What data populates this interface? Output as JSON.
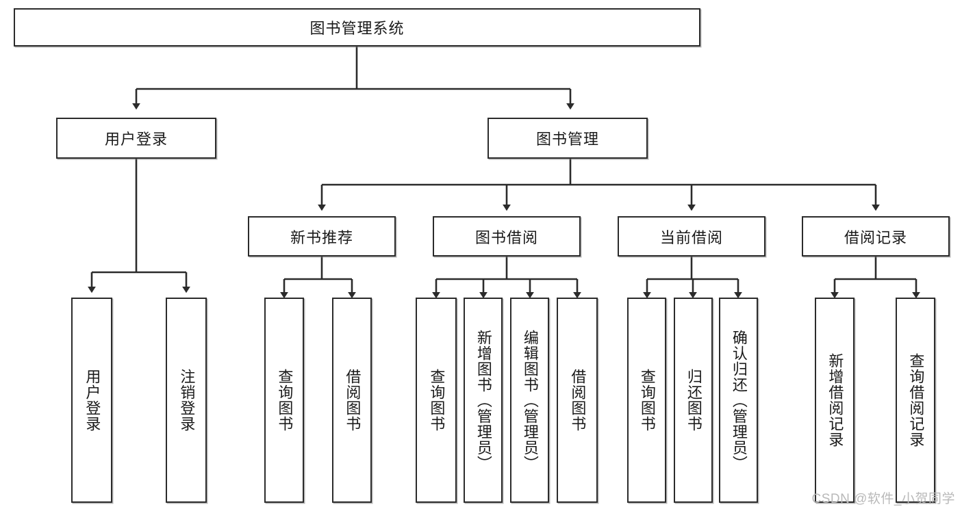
{
  "diagram": {
    "title": "图书管理系统",
    "type": "tree-hierarchy-chart",
    "watermark": "CSDN @软件_小贺同学",
    "colors": {
      "box_border": "#2b2b2b",
      "box_fill": "#ffffff",
      "connector": "#2b2b2b",
      "text": "#1a1a1a",
      "watermark": "#b9b9b9"
    },
    "nodes": {
      "root": {
        "label": "图书管理系统",
        "level": 1,
        "orientation": "horizontal"
      },
      "l2": [
        {
          "id": "user-login",
          "label": "用户登录",
          "level": 2,
          "orientation": "horizontal"
        },
        {
          "id": "book-manage",
          "label": "图书管理",
          "level": 2,
          "orientation": "horizontal"
        }
      ],
      "l3": [
        {
          "id": "new-book-recommend",
          "label": "新书推荐",
          "level": 3,
          "orientation": "horizontal"
        },
        {
          "id": "book-borrow",
          "label": "图书借阅",
          "level": 3,
          "orientation": "horizontal"
        },
        {
          "id": "current-borrow",
          "label": "当前借阅",
          "level": 3,
          "orientation": "horizontal"
        },
        {
          "id": "borrow-record",
          "label": "借阅记录",
          "level": 3,
          "orientation": "horizontal"
        }
      ],
      "leaves": [
        {
          "id": "leaf-user-login",
          "label": "用户登录",
          "parent": "user-login",
          "orientation": "vertical"
        },
        {
          "id": "leaf-user-logout",
          "label": "注销登录",
          "parent": "user-login",
          "orientation": "vertical"
        },
        {
          "id": "leaf-query-book-1",
          "label": "查询图书",
          "parent": "new-book-recommend",
          "orientation": "vertical"
        },
        {
          "id": "leaf-borrow-book-1",
          "label": "借阅图书",
          "parent": "new-book-recommend",
          "orientation": "vertical"
        },
        {
          "id": "leaf-query-book-2",
          "label": "查询图书",
          "parent": "book-borrow",
          "orientation": "vertical"
        },
        {
          "id": "leaf-add-book",
          "label": "新增图书（管理员）",
          "parent": "book-borrow",
          "orientation": "vertical"
        },
        {
          "id": "leaf-edit-book",
          "label": "编辑图书（管理员）",
          "parent": "book-borrow",
          "orientation": "vertical"
        },
        {
          "id": "leaf-borrow-book-2",
          "label": "借阅图书",
          "parent": "book-borrow",
          "orientation": "vertical"
        },
        {
          "id": "leaf-query-book-3",
          "label": "查询图书",
          "parent": "current-borrow",
          "orientation": "vertical"
        },
        {
          "id": "leaf-return-book",
          "label": "归还图书",
          "parent": "current-borrow",
          "orientation": "vertical"
        },
        {
          "id": "leaf-confirm-return",
          "label": "确认归还（管理员）",
          "parent": "current-borrow",
          "orientation": "vertical"
        },
        {
          "id": "leaf-add-record",
          "label": "新增借阅记录",
          "parent": "borrow-record",
          "orientation": "vertical"
        },
        {
          "id": "leaf-query-record",
          "label": "查询借阅记录",
          "parent": "borrow-record",
          "orientation": "vertical"
        }
      ]
    }
  }
}
